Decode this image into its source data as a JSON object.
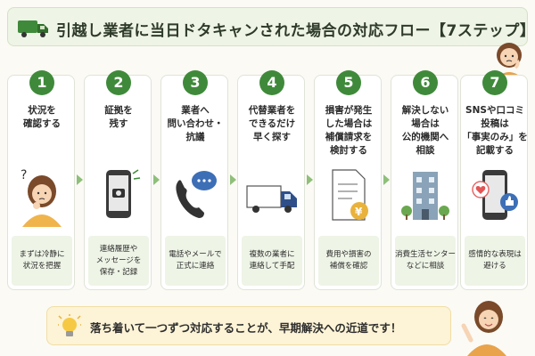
{
  "title": "引越し業者に当日ドタキャンされた場合の対応フロー【7ステップ】",
  "steps": [
    {
      "num": "1",
      "title": "状況を\n確認する",
      "desc": "まずは冷静に\n状況を把握"
    },
    {
      "num": "2",
      "title": "証拠を\n残す",
      "desc": "連絡履歴や\nメッセージを\n保存・記録"
    },
    {
      "num": "3",
      "title": "業者へ\n問い合わせ・\n抗議",
      "desc": "電話やメールで\n正式に連絡"
    },
    {
      "num": "4",
      "title": "代替業者を\nできるだけ\n早く探す",
      "desc": "複数の業者に\n連絡して手配"
    },
    {
      "num": "5",
      "title": "損害が発生\nした場合は\n補償請求を\n検討する",
      "desc": "費用や損害の\n補償を確認"
    },
    {
      "num": "6",
      "title": "解決しない\n場合は\n公的機関へ\n相談",
      "desc": "消費生活センター\nなどに相談"
    },
    {
      "num": "7",
      "title": "SNSや口コミ\n投稿は\n「事実のみ」を\n記載する",
      "desc": "感情的な表現は\n避ける"
    }
  ],
  "banner": "落ち着いて一つずつ対応することが、早期解決への近道です！",
  "colors": {
    "accent": "#3f8a3a",
    "panel": "#eef4e6",
    "banner": "#fdf3d6"
  }
}
